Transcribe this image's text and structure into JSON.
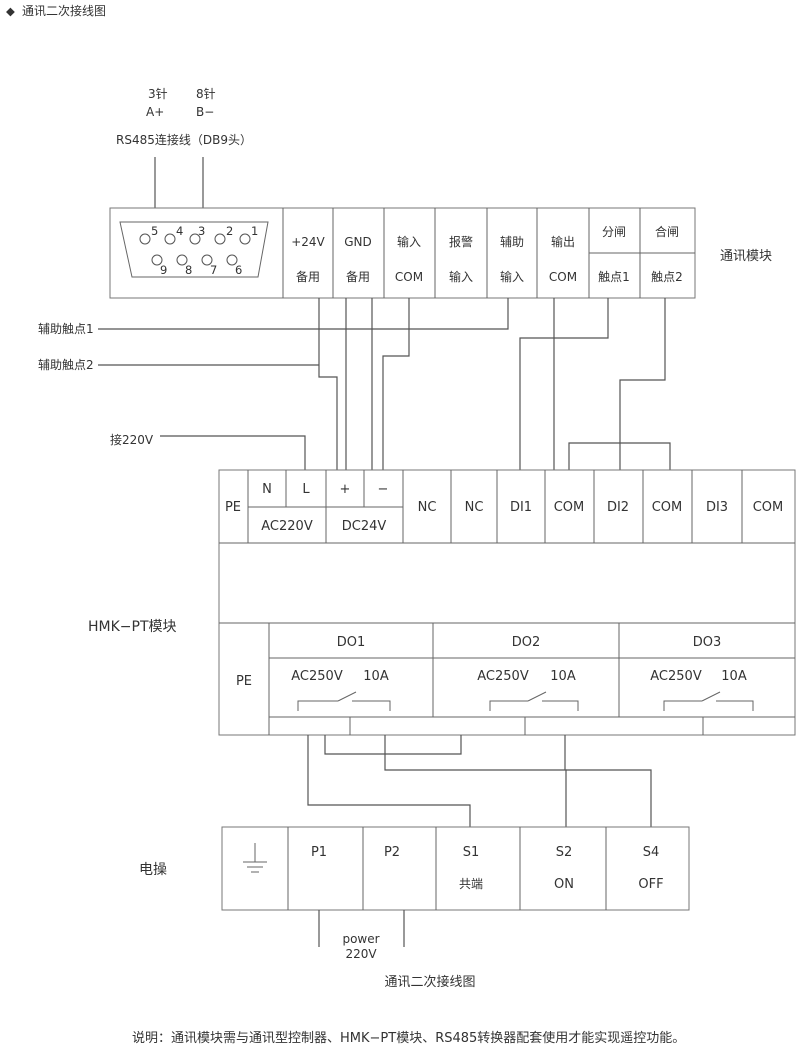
{
  "header": {
    "bullet": "◆",
    "title": "通讯二次接线图"
  },
  "rs485": {
    "pin3": "3针",
    "pinA": "A+",
    "pin8": "8针",
    "pinB": "B−",
    "cable": "RS485连接线（DB9头）",
    "db9_top": [
      "5",
      "4",
      "3",
      "2",
      "1"
    ],
    "db9_bottom": [
      "9",
      "8",
      "7",
      "6"
    ]
  },
  "comm_module": {
    "name": "通讯模块",
    "terminals": [
      {
        "top": "+24V",
        "bottom": "备用"
      },
      {
        "top": "GND",
        "bottom": "备用"
      },
      {
        "top": "输入",
        "bottom": "COM"
      },
      {
        "top": "报警",
        "bottom": "输入"
      },
      {
        "top": "辅助",
        "bottom": "输入"
      },
      {
        "top": "输出",
        "bottom": "COM"
      },
      {
        "top": "分闸",
        "bottom": "触点1"
      },
      {
        "top": "合闸",
        "bottom": "触点2"
      }
    ]
  },
  "aux_labels": {
    "contact1": "辅助触点1",
    "contact2": "辅助触点2",
    "ac220": "接220V"
  },
  "hmk": {
    "name": "HMK−PT模块",
    "pe": "PE",
    "n": "N",
    "l": "L",
    "plus": "+",
    "minus": "−",
    "ac_label": "AC220V",
    "dc_label": "DC24V",
    "top_terminals": [
      "NC",
      "NC",
      "DI1",
      "COM",
      "DI2",
      "COM",
      "DI3",
      "COM"
    ],
    "pe_bottom": "PE",
    "outputs": [
      {
        "name": "DO1",
        "rating": "AC250V",
        "current": "10A"
      },
      {
        "name": "DO2",
        "rating": "AC250V",
        "current": "10A"
      },
      {
        "name": "DO3",
        "rating": "AC250V",
        "current": "10A"
      }
    ]
  },
  "operator": {
    "name": "电操",
    "terminals": [
      {
        "top": "P1",
        "bottom": ""
      },
      {
        "top": "P2",
        "bottom": ""
      },
      {
        "top": "S1",
        "bottom": "共端"
      },
      {
        "top": "S2",
        "bottom": "ON"
      },
      {
        "top": "S4",
        "bottom": "OFF"
      }
    ],
    "power": "power",
    "power_v": "220V"
  },
  "caption": "通讯二次接线图",
  "note": "说明：通讯模块需与通讯型控制器、HMK−PT模块、RS485转换器配套使用才能实现遥控功能。"
}
